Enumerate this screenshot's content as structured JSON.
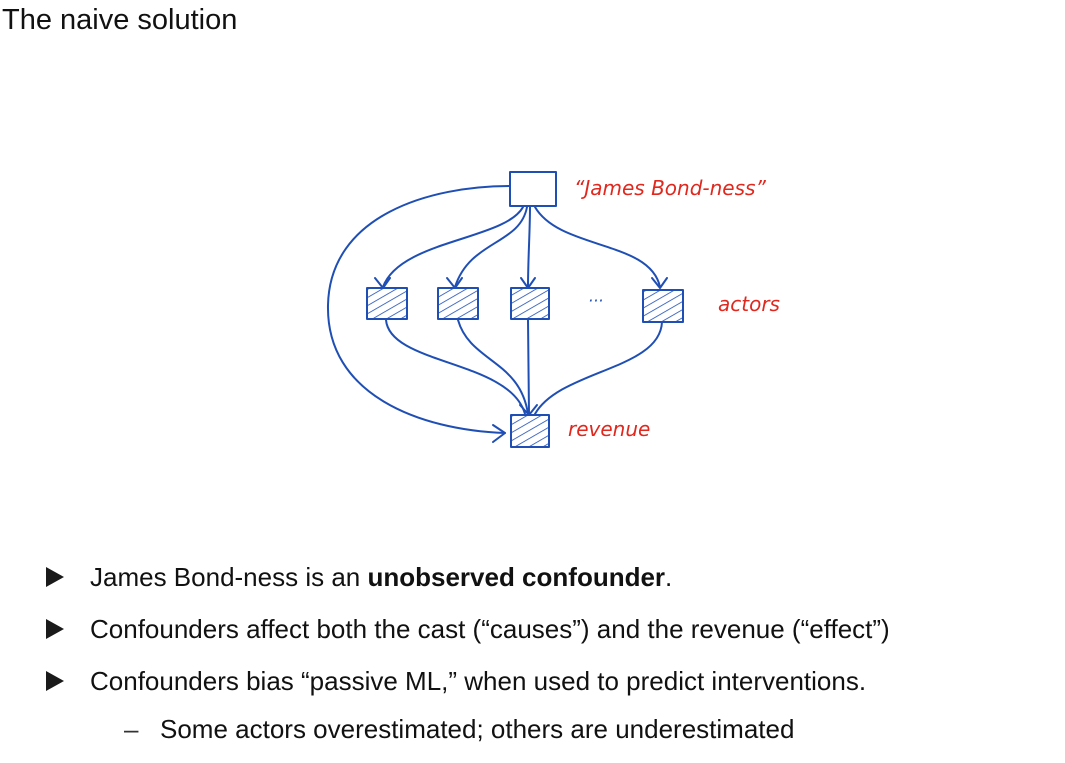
{
  "slide": {
    "title": "The naive solution"
  },
  "diagram": {
    "confounder_label": "“James Bond-ness”",
    "actors_label": "actors",
    "revenue_label": "revenue",
    "ellipsis": "···",
    "colors": {
      "ink": "#1f4fb4",
      "annotation": "#e0281e"
    }
  },
  "bullets": [
    {
      "pre": "James Bond-ness is an ",
      "bold": "unobserved confounder",
      "post": "."
    },
    {
      "text": "Confounders affect both the cast (“causes”) and the revenue (“effect”)"
    },
    {
      "text": "Confounders bias “passive ML,” when used to predict interventions."
    }
  ],
  "sub_bullets": [
    {
      "text": "Some actors overestimated; others are underestimated"
    }
  ]
}
